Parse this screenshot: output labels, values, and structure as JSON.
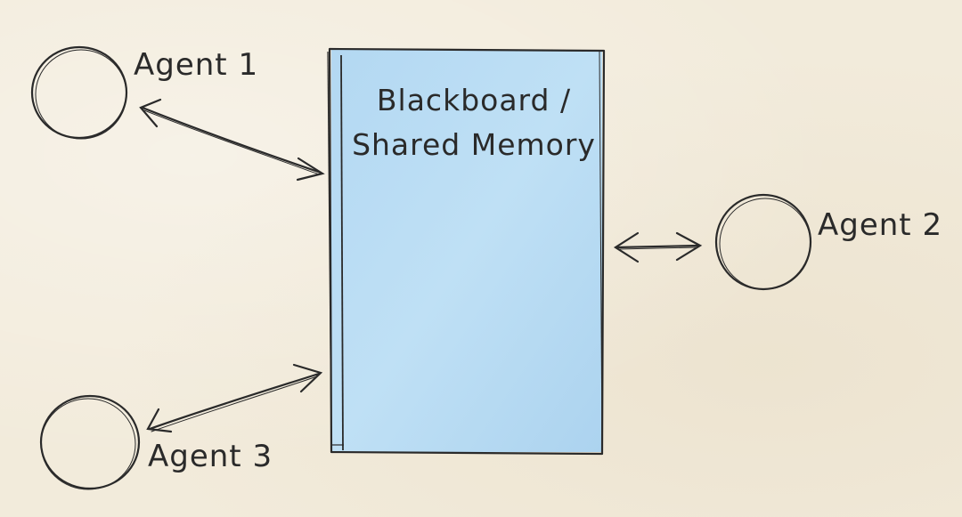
{
  "diagram": {
    "colors": {
      "paper": "#f2ebdb",
      "ink": "#2a2a2a",
      "board_fill": "#b9dcf3"
    },
    "board": {
      "title_line1": "Blackboard /",
      "title_line2": "Shared Memory"
    },
    "agents": [
      {
        "label": "Agent 1"
      },
      {
        "label": "Agent 2"
      },
      {
        "label": "Agent 3"
      }
    ],
    "connections": [
      {
        "from": "Agent 1",
        "to": "Blackboard / Shared Memory",
        "direction": "bidirectional"
      },
      {
        "from": "Agent 2",
        "to": "Blackboard / Shared Memory",
        "direction": "bidirectional"
      },
      {
        "from": "Agent 3",
        "to": "Blackboard / Shared Memory",
        "direction": "bidirectional"
      }
    ]
  }
}
